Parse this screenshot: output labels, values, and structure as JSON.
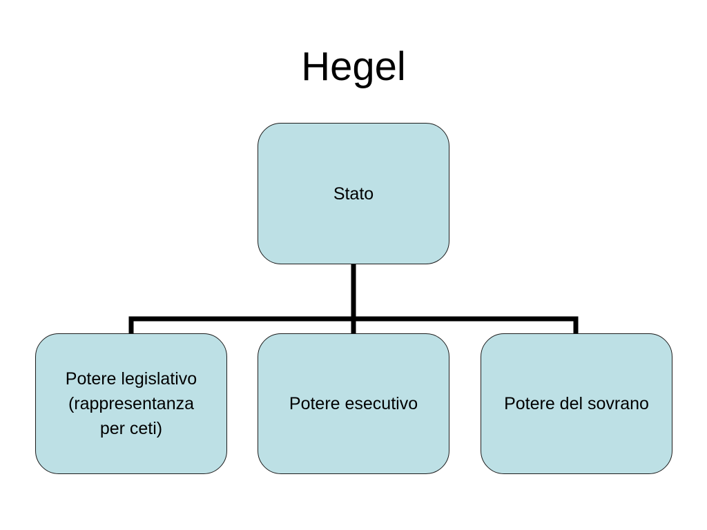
{
  "title": "Hegel",
  "diagram": {
    "root": {
      "label": "Stato"
    },
    "children": [
      {
        "label": "Potere legislativo\n(rappresentanza\nper ceti)"
      },
      {
        "label": "Potere esecutivo"
      },
      {
        "label": "Potere del sovrano"
      }
    ]
  },
  "colors": {
    "node_fill": "#bde0e5",
    "node_border": "#1a1a1a",
    "connector": "#000000"
  }
}
